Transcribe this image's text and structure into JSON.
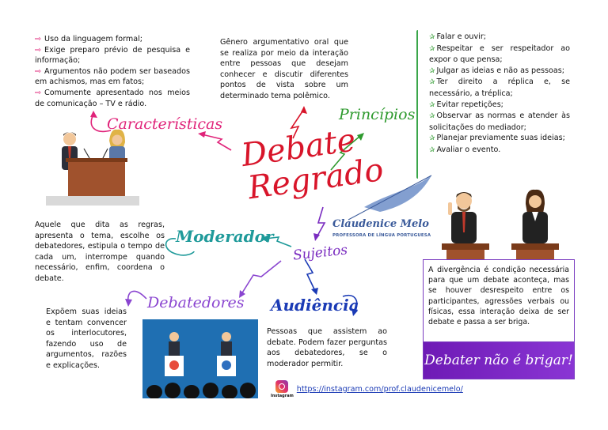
{
  "title_line1": "Debate",
  "title_line2": "Regrado",
  "author": {
    "name": "Claudenice Melo",
    "role": "PROFESSORA DE LÍNGUA PORTUGUESA"
  },
  "definition": "Gênero argumentativo oral que se realiza por meio da interação entre pessoas que desejam conhecer e discutir diferentes pontos de vista sobre um determinado tema polêmico.",
  "branches": {
    "caracteristicas": "Características",
    "principios": "Princípios",
    "moderador": "Moderador",
    "sujeitos": "Sujeitos",
    "debatedores": "Debatedores",
    "audiencia": "Audiência"
  },
  "caracteristicas_items": [
    "Uso da linguagem formal;",
    "Exige preparo prévio de pesquisa e informação;",
    "Argumentos não podem ser baseados em achismos, mas em fatos;",
    "Comumente apresentado nos meios de comunicação – TV e rádio."
  ],
  "principios_items": [
    "Falar e ouvir;",
    "Respeitar e ser respeitador ao expor o que pensa;",
    "Julgar as ideias e não as pessoas;",
    "Ter direito a réplica e, se necessário, a tréplica;",
    "Evitar repetições;",
    "Observar as normas e atender às solicitações do mediador;",
    "Planejar previamente suas ideias;",
    "Avaliar o evento."
  ],
  "moderador_text": "Aquele que dita as regras, apresenta o tema, escolhe os debatedores, estipula o tempo de cada um, interrompe quando necessário, enfim, coordena o debate.",
  "debatedores_text": "Expõem suas ideias e tentam convencer os interlocutores, fazendo uso de argumentos, razões e explicações.",
  "audiencia_text": "Pessoas que assistem ao debate. Podem fazer perguntas aos debatedores, se o moderador permitir.",
  "note_text": "A divergência é condição necessária para que um debate aconteça, mas se houver desrespeito entre os participantes, agressões verbais ou físicas, essa interação deixa de ser debate e passa a ser briga.",
  "slogan": "Debater não é brigar!",
  "instagram": {
    "label": "Instagram",
    "link": "https://instagram.com/prof.claudenicemelo/"
  },
  "colors": {
    "title": "#d8152a",
    "caracteristicas": "#e0247a",
    "principios": "#2e9a2e",
    "moderador": "#1f9a9a",
    "sujeitos": "#7a2cc0",
    "debatedores": "#8a45d0",
    "audiencia": "#1a3ab5",
    "note_border": "#7a3cc0"
  }
}
